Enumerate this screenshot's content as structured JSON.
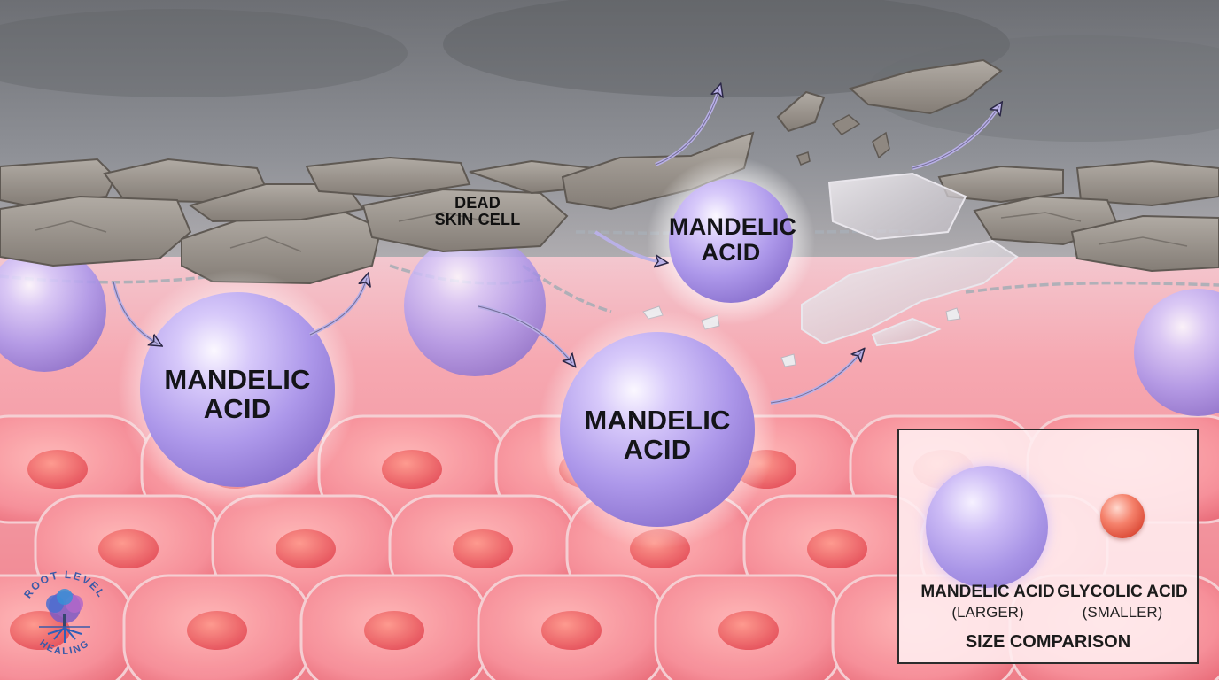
{
  "labels": {
    "dead_skin_cell": "DEAD\nSKIN CELL",
    "mandelic_left": "MANDELIC\nACID",
    "mandelic_center": "MANDELIC\nACID",
    "mandelic_top": "MANDELIC\nACID"
  },
  "legend": {
    "large_name": "MANDELIC ACID",
    "large_note": "(LARGER)",
    "small_name": "GLYCOLIC ACID",
    "small_note": "(SMALLER)",
    "caption": "SIZE COMPARISON"
  },
  "logo": {
    "top_text": "ROOT LEVEL",
    "bottom_text": "HEALING"
  },
  "colors": {
    "acid_molecule": "#b4a2ee",
    "glycolic_molecule": "#e85a45",
    "skin_layer": "#f28c95",
    "dead_cell": "#9b948c",
    "arrow": "#b9b0e6",
    "logo_blue": "#3b5aa8"
  }
}
